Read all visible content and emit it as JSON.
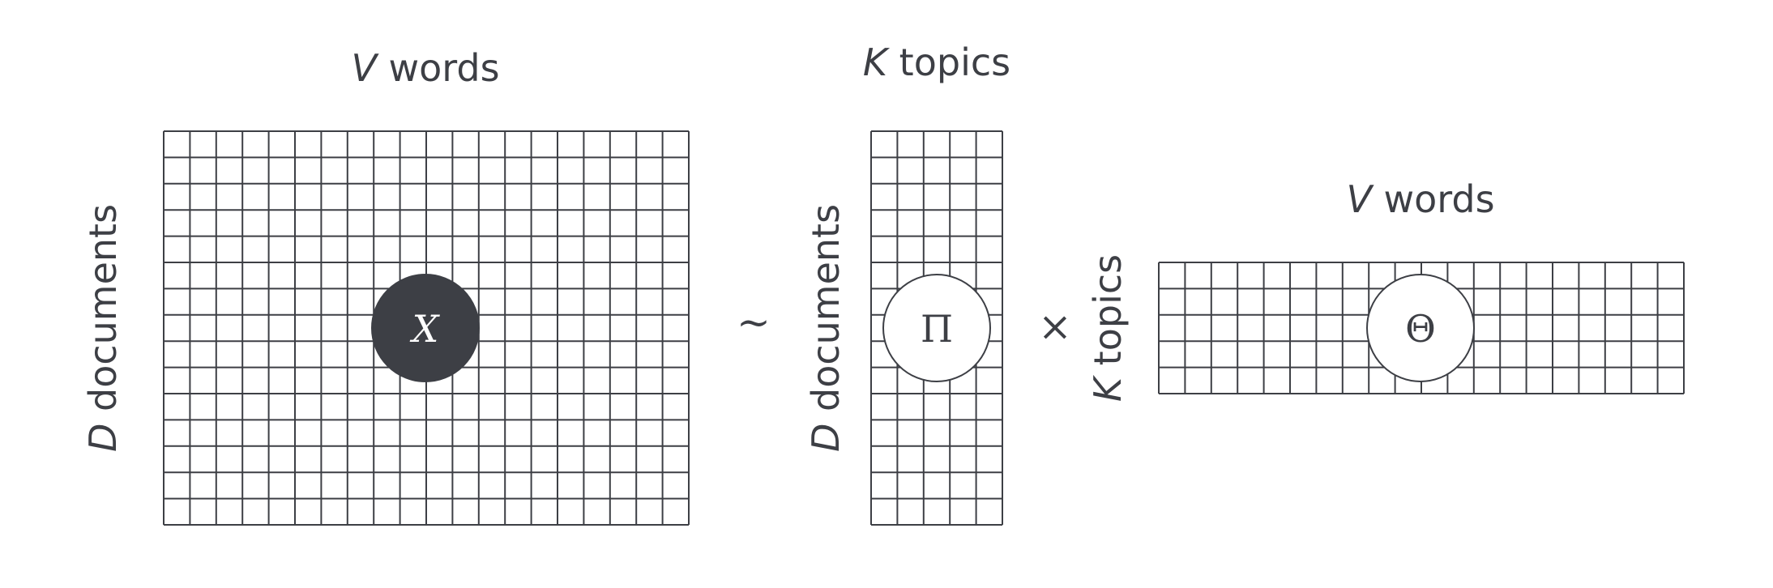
{
  "labels": {
    "x_cols_var": "V",
    "x_cols_text": " words",
    "x_rows_var": "D",
    "x_rows_text": " documents",
    "pi_cols_var": "K",
    "pi_cols_text": " topics",
    "pi_rows_var": "D",
    "pi_rows_text": " documents",
    "theta_cols_var": "V",
    "theta_cols_text": " words",
    "theta_rows_var": "K",
    "theta_rows_text": " topics"
  },
  "operators": {
    "approx": "~",
    "times": "×"
  },
  "matrices": {
    "x": {
      "symbol": "X",
      "rows": 15,
      "cols": 20,
      "circle_fill": "#3d3f45",
      "symbol_color": "#ffffff"
    },
    "pi": {
      "symbol": "Π",
      "rows": 15,
      "cols": 5,
      "circle_fill": "#ffffff",
      "symbol_color": "#3d3f45"
    },
    "theta": {
      "symbol": "Θ",
      "rows": 5,
      "cols": 20,
      "circle_fill": "#ffffff",
      "symbol_color": "#3d3f45"
    }
  },
  "colors": {
    "grid": "#3d3f45",
    "text": "#3d3f45",
    "background": "#ffffff"
  }
}
